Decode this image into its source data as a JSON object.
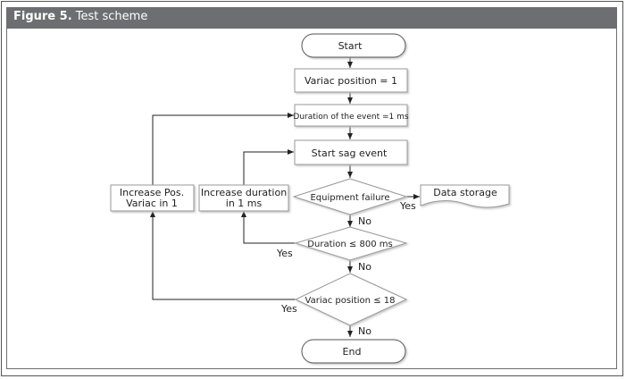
{
  "figure": {
    "label": "Figure 5.",
    "title": "Test scheme"
  },
  "nodes": {
    "start": "Start",
    "variac_init": "Variac position = 1",
    "duration_init": "Duration of the event =1 ms",
    "start_sag": "Start sag event",
    "equipment_failure": "Equipment failure",
    "data_storage": "Data storage",
    "duration_check": "Duration ≤ 800 ms",
    "variac_check": "Variac position ≤ 18",
    "increase_duration_1": "Increase duration",
    "increase_duration_2": "in 1 ms",
    "increase_pos_1": "Increase Pos.",
    "increase_pos_2": "Variac in 1",
    "end": "End"
  },
  "labels": {
    "yes": "Yes",
    "no": "No"
  }
}
